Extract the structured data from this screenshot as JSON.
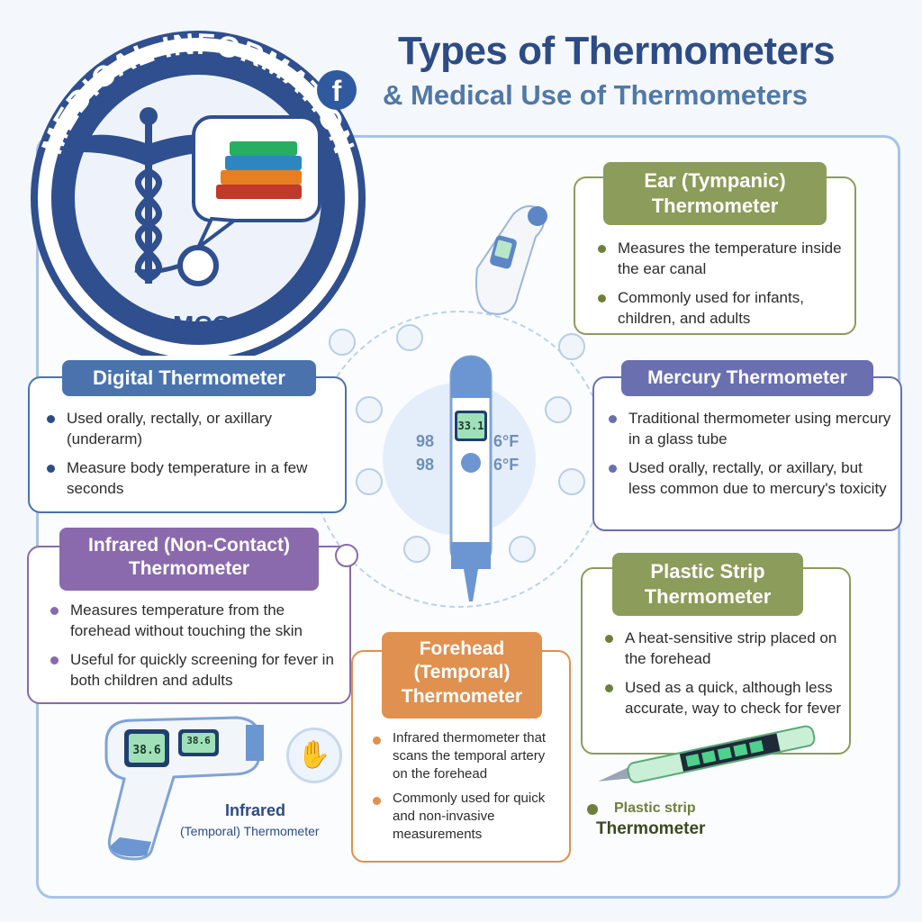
{
  "title": {
    "line1": "Types of Thermometers",
    "line2": "& Medical Use of Thermometers"
  },
  "logo": {
    "arc_text": "MEDICAL INFORMATION",
    "bottom_text": "& MCQS",
    "icon": "caduceus-icon",
    "social_icon": "facebook-icon"
  },
  "center_device": {
    "display": "33.1",
    "readout_left": [
      "98",
      "98"
    ],
    "readout_right": [
      "6°F",
      "6°F"
    ]
  },
  "cards": {
    "digital": {
      "heading": "Digital Thermometer",
      "bullets": [
        "Used orally, rectally, or axillary (underarm)",
        "Measure body temperature in a few seconds"
      ]
    },
    "ear": {
      "heading_line1": "Ear (Tympanic)",
      "heading_line2": "Thermometer",
      "bullets": [
        "Measures the temperature inside the ear canal",
        "Commonly used for infants, children, and adults"
      ]
    },
    "mercury": {
      "heading": "Mercury Thermometer",
      "bullets": [
        "Traditional thermometer using mercury in a glass tube",
        "Used orally, rectally, or axillary, but less common due to mercury's toxicity"
      ]
    },
    "infrared": {
      "heading_line1": "Infrared (Non-Contact)",
      "heading_line2": "Thermometer",
      "bullets": [
        "Measures temperature from the forehead without touching the skin",
        "Useful for quickly screening for fever in both children and adults"
      ]
    },
    "forehead": {
      "heading_line1": "Forehead",
      "heading_line2": "(Temporal)",
      "heading_line3": "Thermometer",
      "bullets": [
        "Infrared thermometer that scans the temporal artery on the forehead",
        "Commonly used for quick and non-invasive measurements"
      ]
    },
    "strip": {
      "heading_line1": "Plastic Strip",
      "heading_line2": "Thermometer",
      "bullets": [
        "A heat-sensitive strip placed on the forehead",
        "Used as a quick, although less accurate, way to check for fever"
      ]
    }
  },
  "captions": {
    "infrared_line1": "Infrared",
    "infrared_line2": "(Temporal) Thermometer",
    "strip_line1": "Plastic strip",
    "strip_line2": "Thermometer"
  },
  "infrared_gun": {
    "display_a": "38.6",
    "display_b": "38.6"
  },
  "colors": {
    "blue": "#4a73ad",
    "green": "#8c9c5a",
    "purple": "#8a6aac",
    "indigo": "#6a6fb0",
    "orange": "#e0904f",
    "navy": "#2d4b85"
  }
}
